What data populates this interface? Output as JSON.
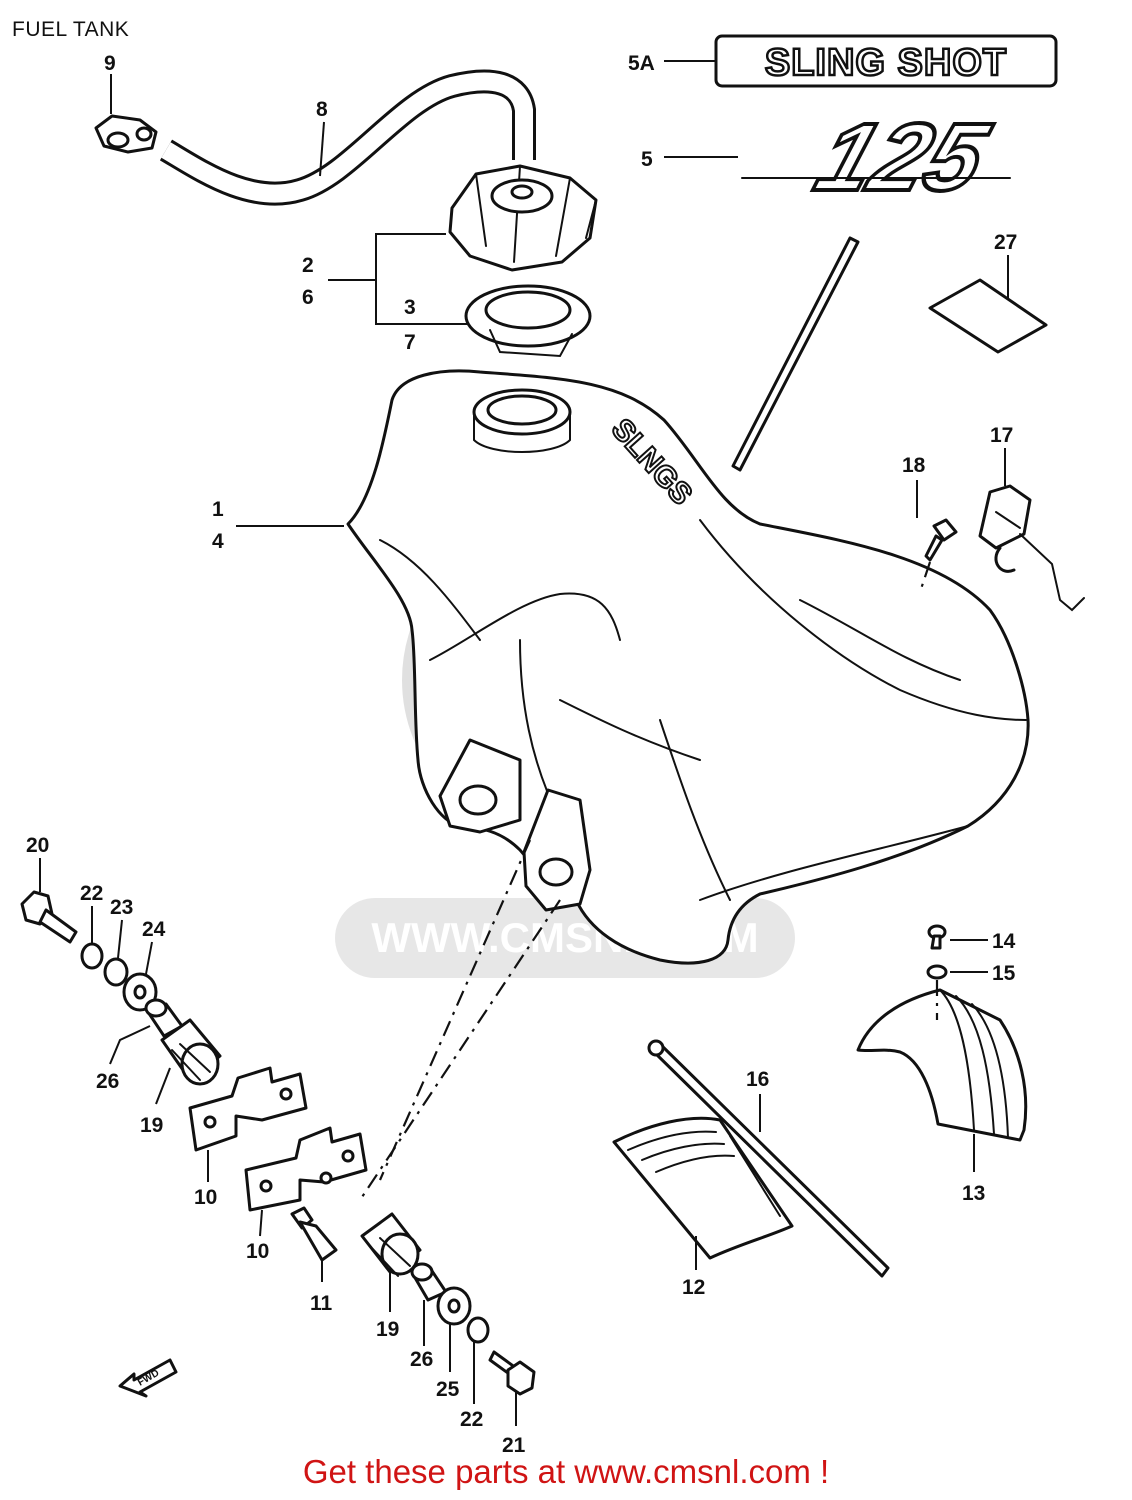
{
  "page": {
    "title": "FUEL TANK",
    "footer": "Get these parts at www.cmsnl.com !",
    "watermark": "WWW.CMSNL.COM"
  },
  "decals": {
    "sling_shot": "SLING SHOT",
    "model_number": "125",
    "tank_badge": "SLNGS"
  },
  "fwd_arrow": "FWD",
  "callouts": {
    "c1": "1",
    "c4": "4",
    "c2": "2",
    "c6": "6",
    "c3": "3",
    "c7": "7",
    "c5": "5",
    "c5a": "5A",
    "c8": "8",
    "c9": "9",
    "c10a": "10",
    "c10b": "10",
    "c11": "11",
    "c12": "12",
    "c13": "13",
    "c14": "14",
    "c15": "15",
    "c16": "16",
    "c17": "17",
    "c18": "18",
    "c19a": "19",
    "c19b": "19",
    "c20": "20",
    "c21": "21",
    "c22a": "22",
    "c22b": "22",
    "c23": "23",
    "c24": "24",
    "c25": "25",
    "c26a": "26",
    "c26b": "26",
    "c27": "27"
  },
  "colors": {
    "line": "#111111",
    "footer_text": "#d01414",
    "watermark": "#c8c8c8",
    "background": "#ffffff"
  },
  "icons": {
    "fwd": "arrow-fwd-icon"
  }
}
